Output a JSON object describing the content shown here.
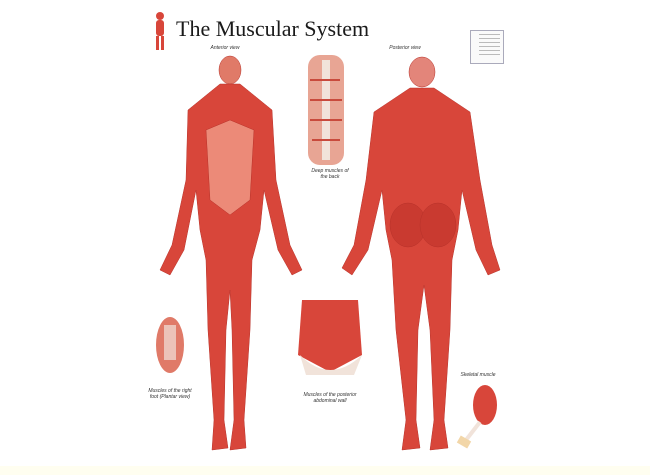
{
  "poster": {
    "title": "The Muscular System",
    "captions": {
      "anterior": "Anterior view",
      "posterior": "Posterior view",
      "deep_back": "Deep muscles of the back",
      "foot": "Muscles of the right foot (Plantar view)",
      "abdominal": "Muscles of the posterior abdominal wall",
      "skeletal": "Skeletal muscle"
    },
    "colors": {
      "muscle": "#d8463a",
      "muscle_light": "#ec8a78",
      "tendon": "#f1e3da"
    }
  }
}
